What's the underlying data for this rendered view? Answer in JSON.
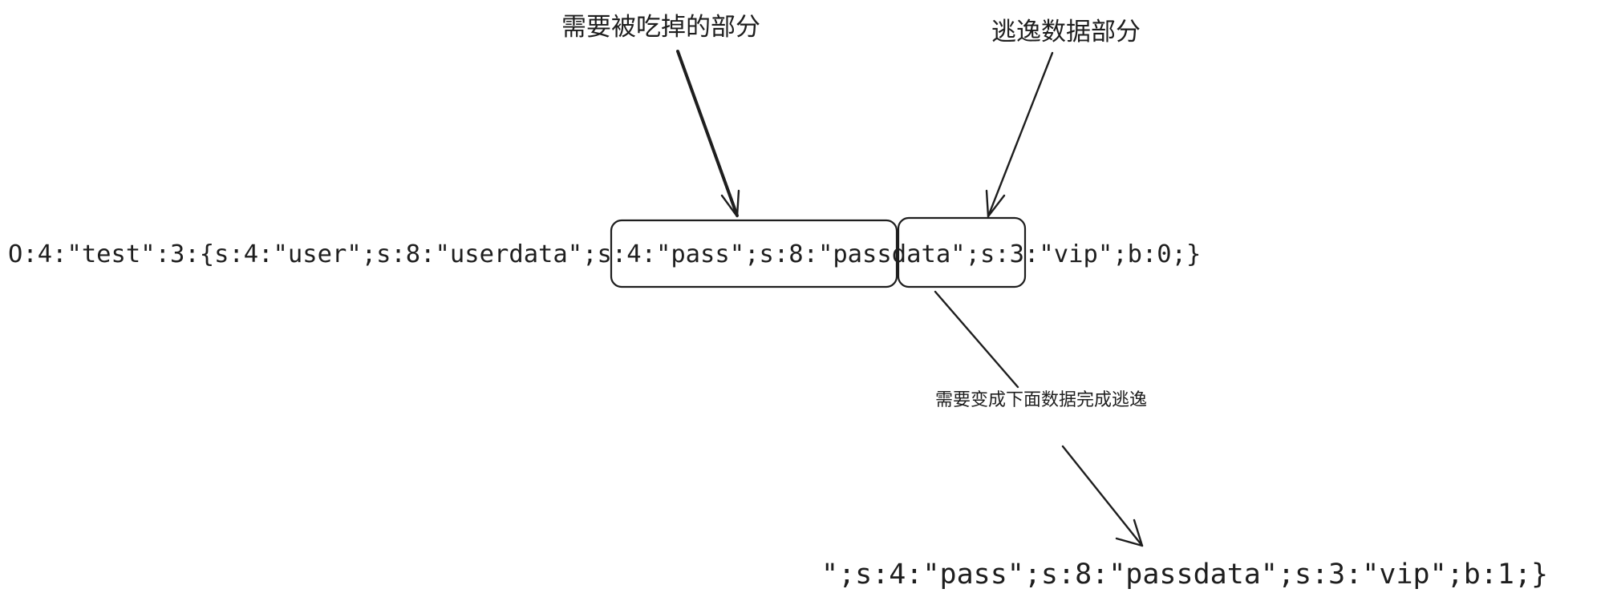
{
  "labels": {
    "eaten_part": "需要被吃掉的部分",
    "escape_data_part": "逃逸数据部分",
    "transform_note": "需要变成下面数据完成逃逸"
  },
  "code": {
    "original": {
      "before_eaten": "O:4:\"test\":3:{s:4:\"user\";s:8:\"userdata",
      "eaten": "\";s:4:\"pass\";s:8:\"",
      "escape": "passdata",
      "after": "\";s:3:\"vip\";b:0;}"
    },
    "target": "\";s:4:\"pass\";s:8:\"passdata\";s:3:\"vip\";b:1;}"
  },
  "colors": {
    "ink": "#1e1e1e",
    "background": "#ffffff"
  }
}
